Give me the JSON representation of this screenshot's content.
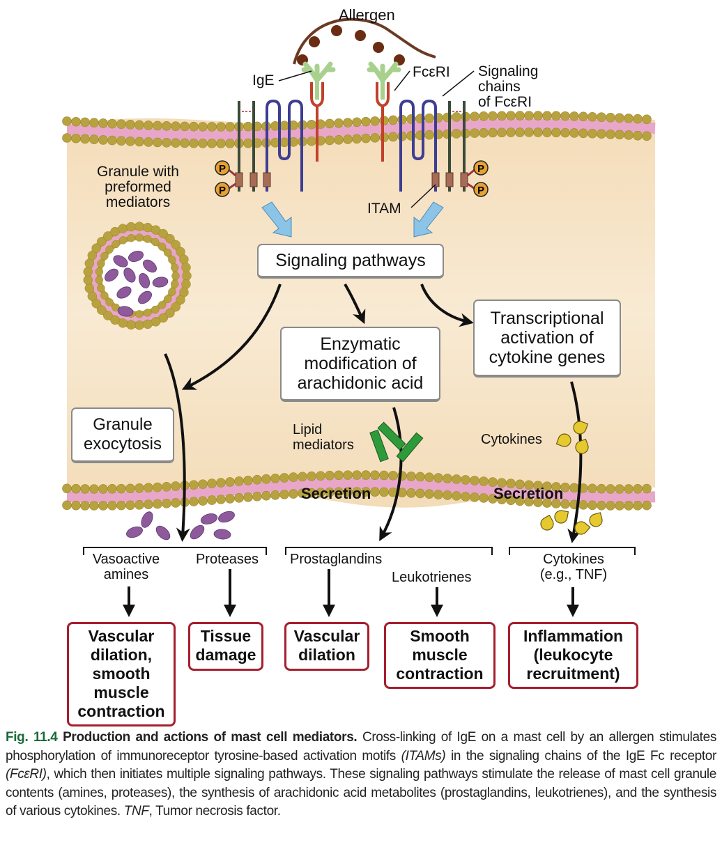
{
  "labels": {
    "allergen": "Allergen",
    "ige": "IgE",
    "fceri": "FcεRI",
    "signaling_chains": "Signaling\nchains\nof FcεRI",
    "granule_with": "Granule with\npreformed\nmediators",
    "itam": "ITAM",
    "phospho": "P",
    "lipid_mediators": "Lipid\nmediators",
    "cytokines_inside": "Cytokines",
    "secretion_left": "Secretion",
    "secretion_right": "Secretion"
  },
  "process_boxes": {
    "signaling_pathways": "Signaling pathways",
    "enzymatic": "Enzymatic\nmodification of\narachidonic acid",
    "transcriptional": "Transcriptional\nactivation of\ncytokine genes",
    "granule_exocytosis": "Granule\nexocytosis"
  },
  "mediators": {
    "vasoactive_amines": "Vasoactive\namines",
    "proteases": "Proteases",
    "prostaglandins": "Prostaglandins",
    "leukotrienes": "Leukotrienes",
    "cytokines": "Cytokines\n(e.g., TNF)"
  },
  "outcomes": {
    "vascular_dilation_smooth": "Vascular\ndilation,\nsmooth\nmuscle\ncontraction",
    "tissue_damage": "Tissue\ndamage",
    "vascular_dilation": "Vascular\ndilation",
    "smooth_muscle": "Smooth\nmuscle\ncontraction",
    "inflammation": "Inflammation\n(leukocyte\nrecruitment)"
  },
  "caption": {
    "fig_number": "Fig. 11.4",
    "title": "Production and actions of mast cell mediators.",
    "text_1": "Cross-linking of IgE on a mast cell by an allergen stimulates phosphorylation of immunoreceptor tyrosine-based activation motifs ",
    "itams": "(ITAMs)",
    "text_2": " in the signaling chains of the IgE Fc receptor ",
    "fceri": "(FcεRI)",
    "text_3": ", which then initiates multiple signaling pathways. These signaling pathways stimulate the release of mast cell granule contents (amines, proteases), the synthesis of arachidonic acid metabolites (prostaglandins, leukotrienes), and the synthesis of various cytokines. ",
    "tnf": "TNF",
    "text_4": ", Tumor necrosis factor."
  },
  "colors": {
    "cytoplasm": "#f5e3c6",
    "lipid_head": "#b8a240",
    "lipid_tail": "#e8a6c8",
    "outcome_border": "#a61e2e",
    "granule_content": "#8e5a9c",
    "lipid_mediator": "#2e9a3a",
    "cytokine": "#e6c92e",
    "allergen": "#6b3a22",
    "ige": "#a9d18e",
    "fc_alpha": "#c1412a",
    "beta_chain": "#3d3d92",
    "gamma_chain": "#3c4a3a",
    "signal_arrow": "#8cc4e8",
    "caption_fig": "#1a6b3a"
  }
}
